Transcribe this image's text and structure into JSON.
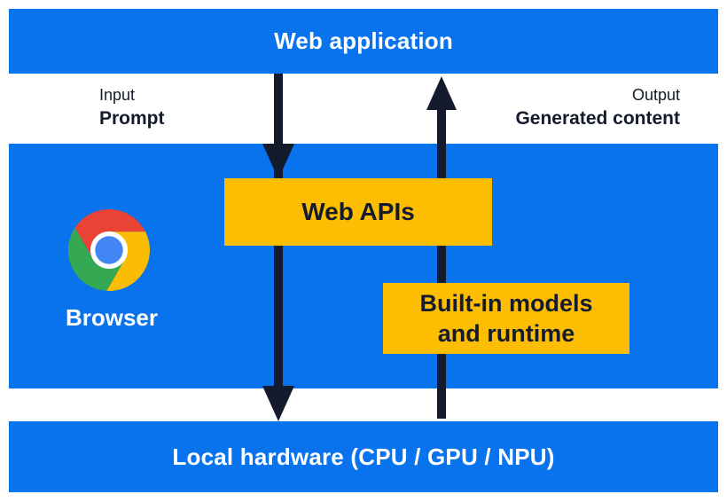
{
  "colors": {
    "section_blue": "#0873EC",
    "box_yellow": "#FCBD02",
    "ink_dark_navy": "#131B2C",
    "chrome_red": "#E94335",
    "chrome_green": "#34A853",
    "chrome_yellow": "#FBBC04",
    "chrome_blue": "#4285F4"
  },
  "top_bar": {
    "label": "Web application"
  },
  "flow": {
    "input": {
      "title": "Input",
      "value": "Prompt",
      "arrow_icon": "arrow-down"
    },
    "output": {
      "title": "Output",
      "value": "Generated content",
      "arrow_icon": "arrow-up"
    }
  },
  "browser": {
    "label": "Browser",
    "logo_icon": "chrome-logo"
  },
  "middle_boxes": {
    "web_apis": {
      "label": "Web APIs"
    },
    "builtin_models": {
      "label": "Built-in models and runtime"
    }
  },
  "bottom_bar": {
    "label": "Local hardware (CPU / GPU / NPU)"
  }
}
